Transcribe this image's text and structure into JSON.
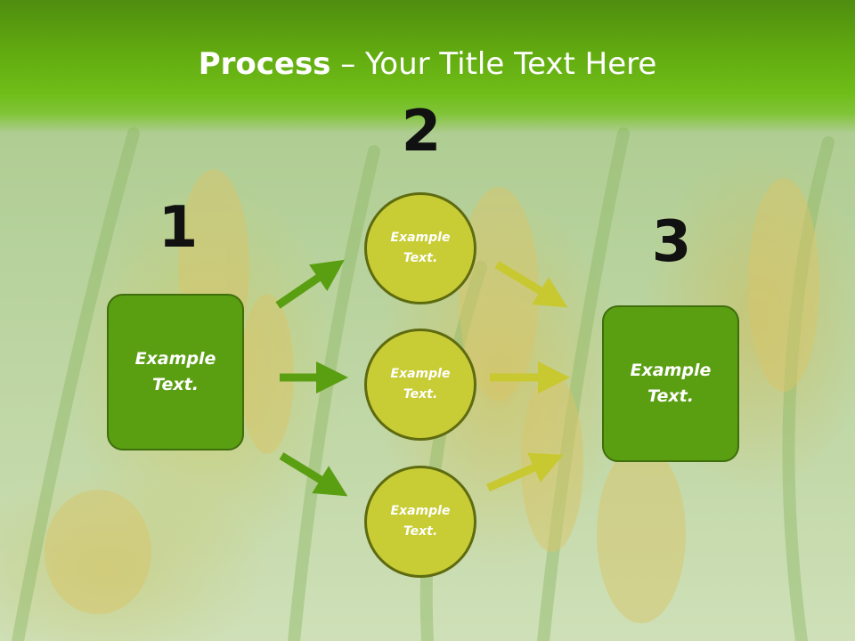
{
  "title": {
    "bold": "Process",
    "rest": " – Your Title Text Here"
  },
  "steps": {
    "one": "1",
    "two": "2",
    "three": "3"
  },
  "left_box": {
    "text": "Example Text."
  },
  "circles": [
    {
      "text": "Example Text."
    },
    {
      "text": "Example Text."
    },
    {
      "text": "Example Text."
    }
  ],
  "right_box": {
    "text": "Example Text."
  },
  "colors": {
    "header_green": "#62ab10",
    "box_green": "#5a9e12",
    "circle_yellow": "#c8cc35",
    "left_arrow_green": "#5a9e12",
    "right_arrow_yellow": "#c8c830"
  }
}
